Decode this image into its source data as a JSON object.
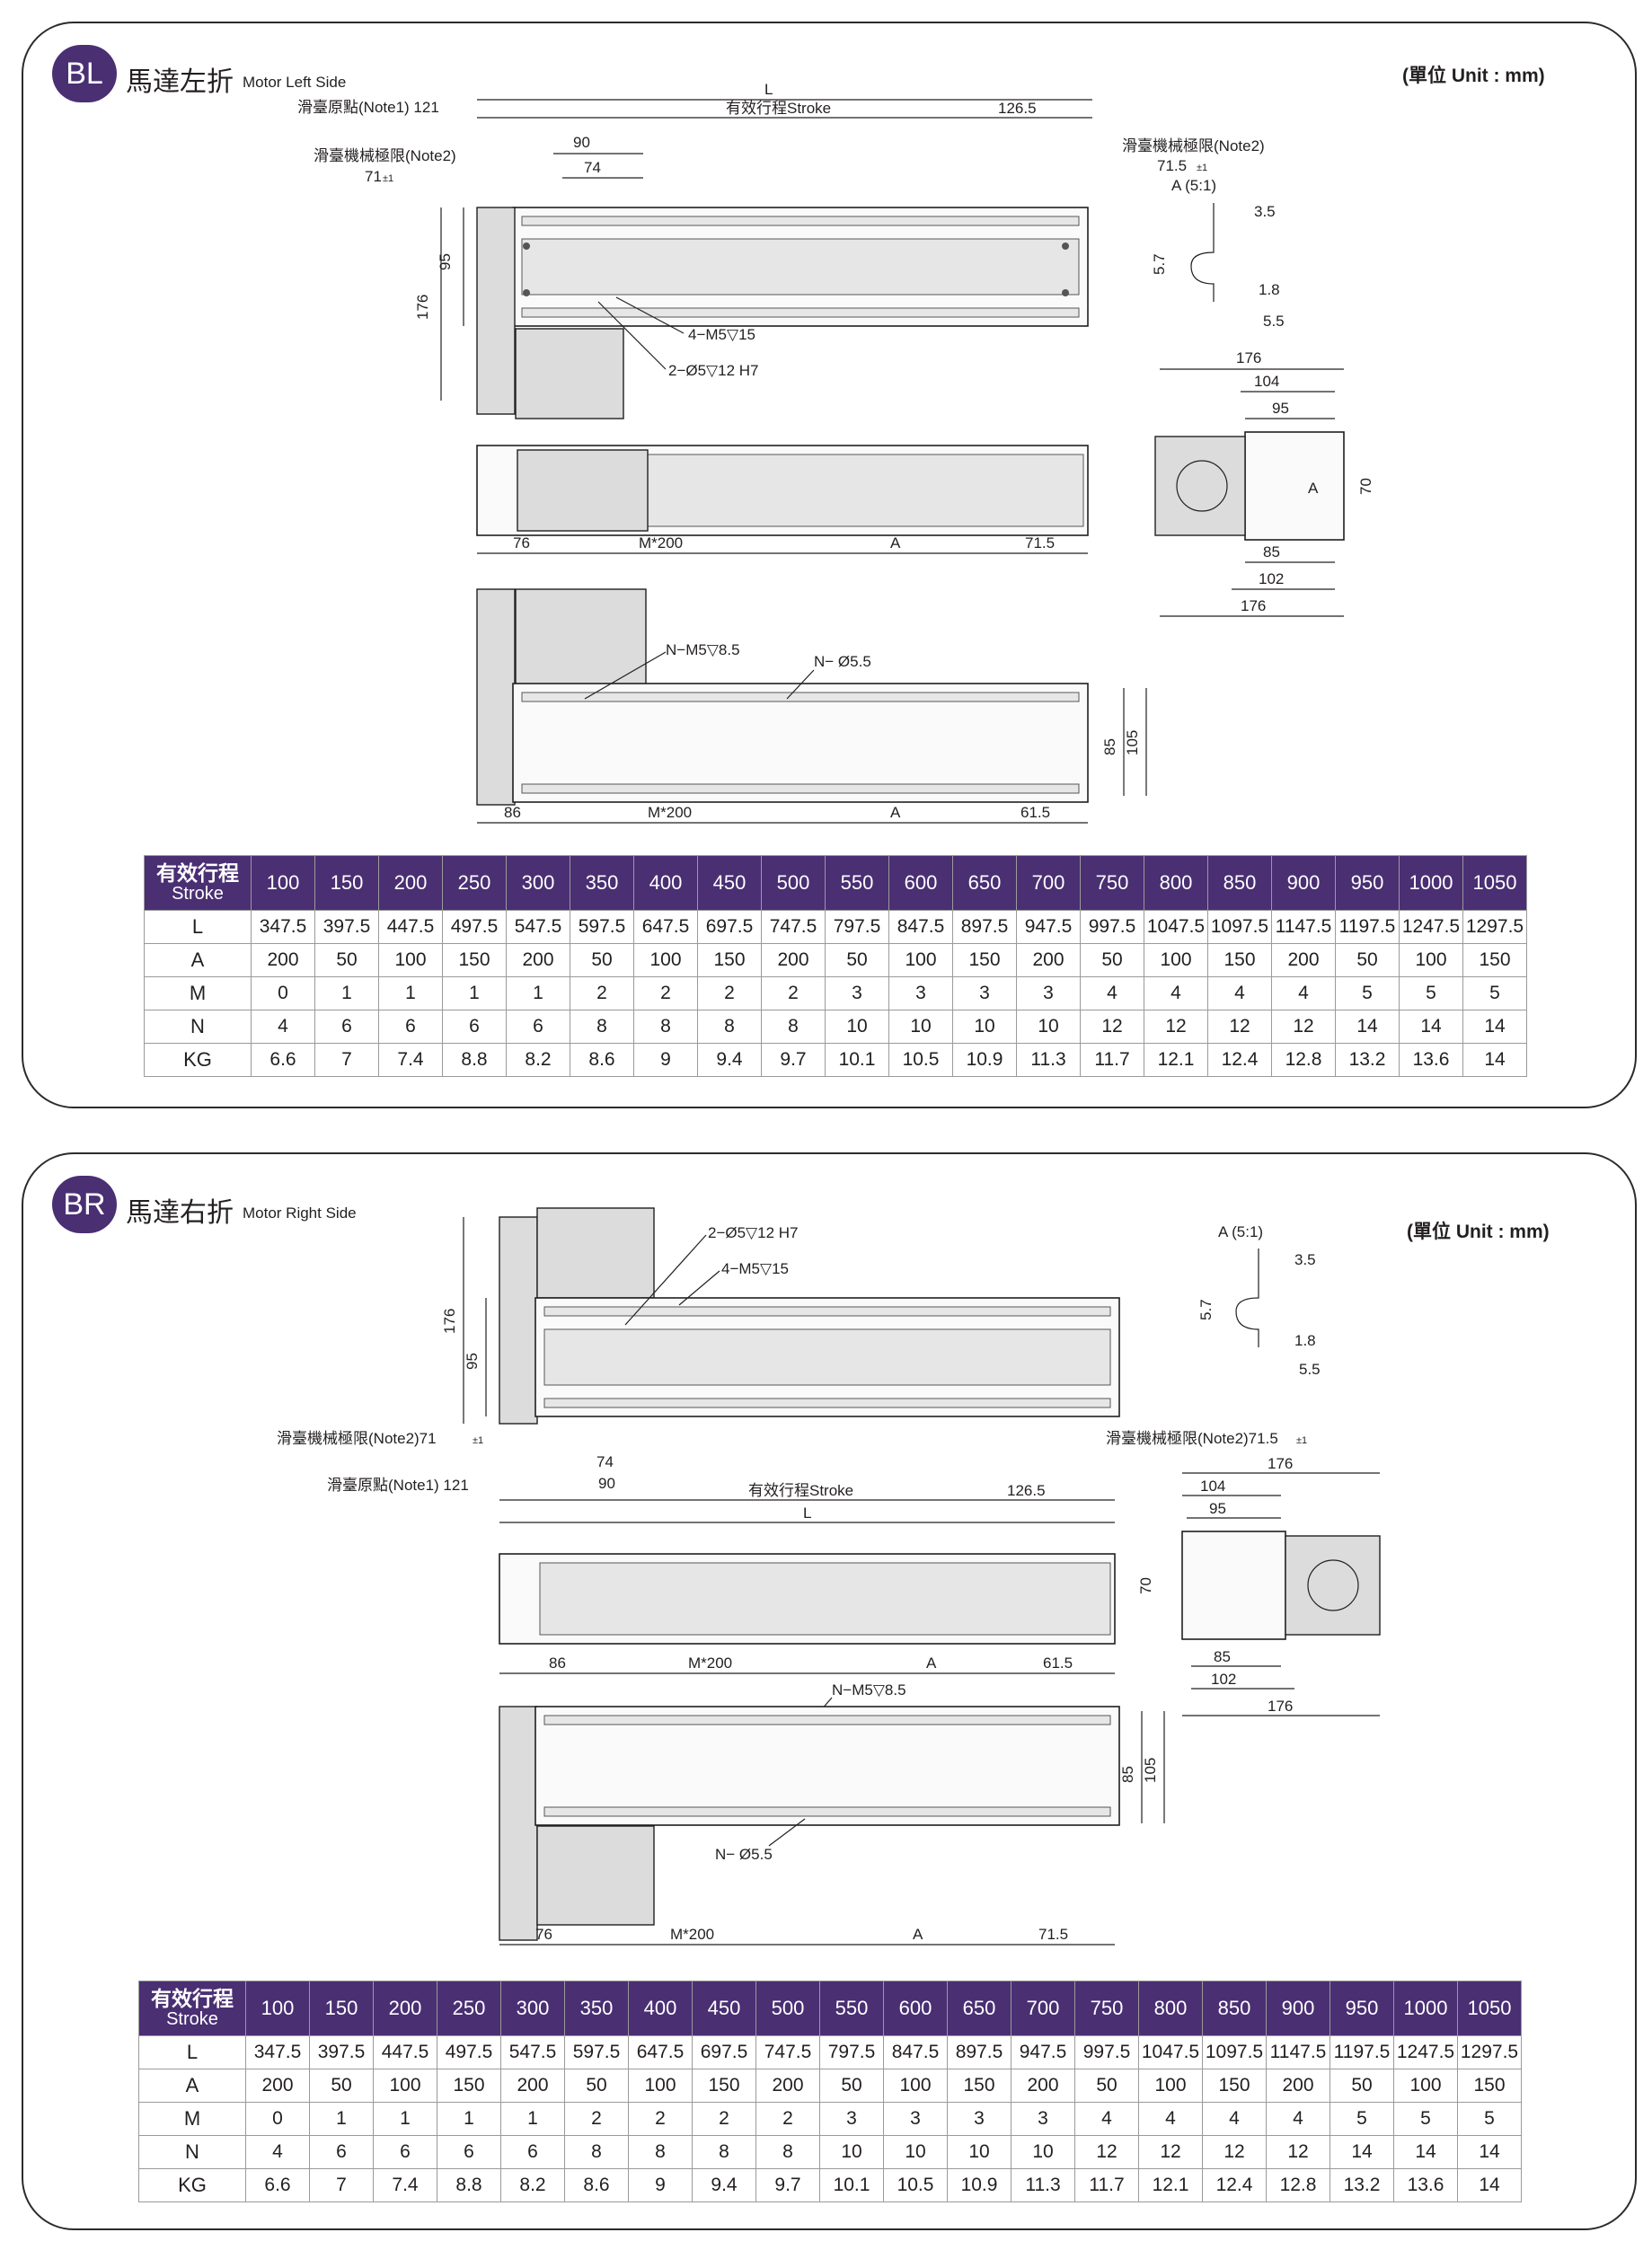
{
  "sections": [
    {
      "badge": "BL",
      "title_zh": "馬達左折",
      "title_en": "Motor Left Side",
      "unit": "(單位 Unit : mm)",
      "labels": {
        "L": "L",
        "stroke": "有效行程Stroke",
        "home": "滑臺原點(Note1) 121",
        "limit_left_a": "滑臺機械極限(Note2)",
        "limit_left_b": "71",
        "limit_right_a": "滑臺機械極限(Note2)",
        "limit_right_b": "71.5",
        "tol": "±1",
        "d126": "126.5",
        "d90": "90",
        "d74": "74",
        "d95": "95",
        "d176": "176",
        "m5": "4−M5▽15",
        "pin": "2−Ø5▽12  H7",
        "detail": "A (5:1)",
        "d35": "3.5",
        "d57": "5.7",
        "d18": "1.8",
        "d55": "5.5",
        "e176": "176",
        "e104": "104",
        "e95": "95",
        "e70": "70",
        "e85": "85",
        "e102": "102",
        "e176b": "176",
        "eA": "A",
        "t76": "76",
        "tM": "M*200",
        "tA": "A",
        "t715": "71.5",
        "nm5": "N−M5▽8.5",
        "nd55": "N− Ø5.5",
        "b85": "85",
        "b105": "105",
        "b86": "86",
        "bM": "M*200",
        "bA": "A",
        "b615": "61.5"
      }
    },
    {
      "badge": "BR",
      "title_zh": "馬達右折",
      "title_en": "Motor Right Side",
      "unit": "(單位 Unit : mm)",
      "labels": {
        "L": "L",
        "stroke": "有效行程Stroke",
        "home": "滑臺原點(Note1) 121",
        "limit_left": "滑臺機械極限(Note2)71",
        "limit_right": "滑臺機械極限(Note2)71.5",
        "tol": "±1",
        "d126": "126.5",
        "d90": "90",
        "d74": "74",
        "d95": "95",
        "d176": "176",
        "m5": "4−M5▽15",
        "pin": "2−Ø5▽12  H7",
        "detail": "A (5:1)",
        "d35": "3.5",
        "d57": "5.7",
        "d18": "1.8",
        "d55": "5.5",
        "e176": "176",
        "e104": "104",
        "e95": "95",
        "e70": "70",
        "e85": "85",
        "e102": "102",
        "e176b": "176",
        "t86": "86",
        "tM": "M*200",
        "tA": "A",
        "t615": "61.5",
        "nm5": "N−M5▽8.5",
        "nd55": "N− Ø5.5",
        "b85": "85",
        "b105": "105",
        "b76": "76",
        "bM": "M*200",
        "bA": "A",
        "b715": "71.5"
      }
    }
  ],
  "table": {
    "header_zh": "有效行程",
    "header_en": "Stroke",
    "strokes": [
      "100",
      "150",
      "200",
      "250",
      "300",
      "350",
      "400",
      "450",
      "500",
      "550",
      "600",
      "650",
      "700",
      "750",
      "800",
      "850",
      "900",
      "950",
      "1000",
      "1050"
    ],
    "rows": [
      {
        "label": "L",
        "values": [
          "347.5",
          "397.5",
          "447.5",
          "497.5",
          "547.5",
          "597.5",
          "647.5",
          "697.5",
          "747.5",
          "797.5",
          "847.5",
          "897.5",
          "947.5",
          "997.5",
          "1047.5",
          "1097.5",
          "1147.5",
          "1197.5",
          "1247.5",
          "1297.5"
        ]
      },
      {
        "label": "A",
        "values": [
          "200",
          "50",
          "100",
          "150",
          "200",
          "50",
          "100",
          "150",
          "200",
          "50",
          "100",
          "150",
          "200",
          "50",
          "100",
          "150",
          "200",
          "50",
          "100",
          "150"
        ]
      },
      {
        "label": "M",
        "values": [
          "0",
          "1",
          "1",
          "1",
          "1",
          "2",
          "2",
          "2",
          "2",
          "3",
          "3",
          "3",
          "3",
          "4",
          "4",
          "4",
          "4",
          "5",
          "5",
          "5"
        ]
      },
      {
        "label": "N",
        "values": [
          "4",
          "6",
          "6",
          "6",
          "6",
          "8",
          "8",
          "8",
          "8",
          "10",
          "10",
          "10",
          "10",
          "12",
          "12",
          "12",
          "12",
          "14",
          "14",
          "14"
        ]
      },
      {
        "label": "KG",
        "values": [
          "6.6",
          "7",
          "7.4",
          "8.8",
          "8.2",
          "8.6",
          "9",
          "9.4",
          "9.7",
          "10.1",
          "10.5",
          "10.9",
          "11.3",
          "11.7",
          "12.1",
          "12.4",
          "12.8",
          "13.2",
          "13.6",
          "14"
        ]
      }
    ]
  }
}
